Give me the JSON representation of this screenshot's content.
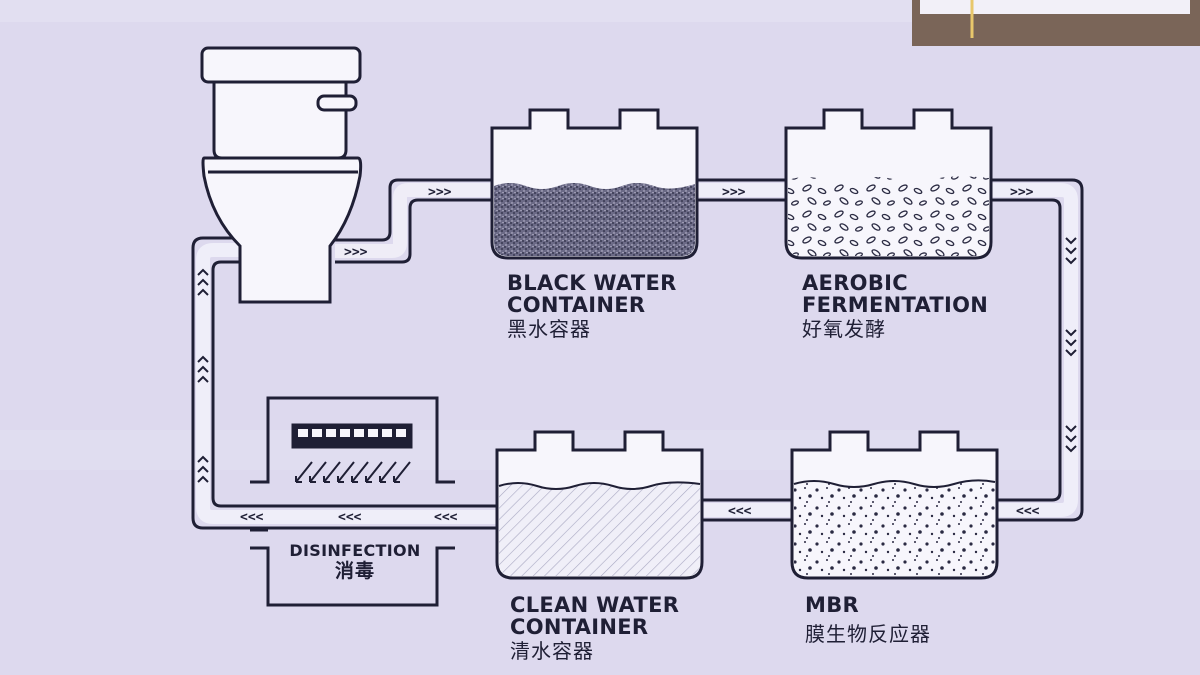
{
  "colors": {
    "background": "#ddd9ee",
    "line": "#1f1f35",
    "fill": "#f7f6fc"
  },
  "stages": {
    "black_water": {
      "en": "BLACK WATER CONTAINER",
      "zh": "黑水容器"
    },
    "aerobic": {
      "en": "AEROBIC FERMENTATION",
      "zh": "好氧发酵"
    },
    "mbr": {
      "en": "MBR",
      "zh": "膜生物反应器"
    },
    "clean_water": {
      "en": "CLEAN WATER CONTAINER",
      "zh": "清水容器"
    },
    "disinfection": {
      "en": "DISINFECTION",
      "zh": "消毒"
    }
  },
  "flow_arrows": {
    "right": ">>>",
    "left": "<<<",
    "down": "∨∨∨",
    "up": "∧∧∧"
  },
  "icons": [
    "toilet-icon",
    "uv-lamp-icon",
    "tank-icon"
  ]
}
